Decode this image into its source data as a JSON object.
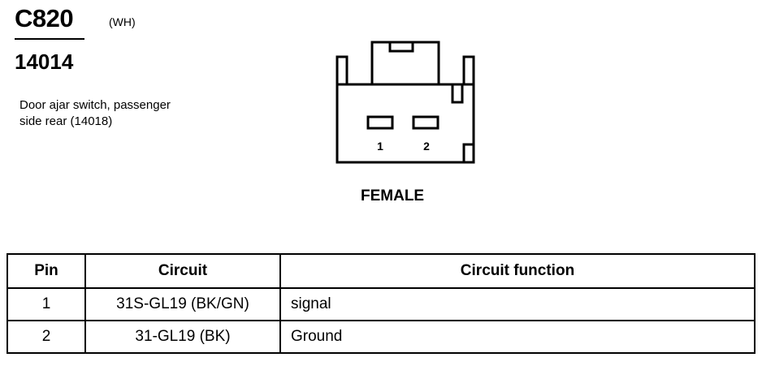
{
  "connector": {
    "id": "C820",
    "color_code": "(WH)",
    "part_number": "14014",
    "description_lines": [
      "Door ajar switch, passenger",
      "side rear (14018)"
    ],
    "gender": "FEMALE",
    "cavity_labels": [
      "1",
      "2"
    ]
  },
  "pin_table": {
    "headers": [
      "Pin",
      "Circuit",
      "Circuit function"
    ],
    "rows": [
      {
        "pin": "1",
        "circuit": "31S-GL19 (BK/GN)",
        "function": "signal"
      },
      {
        "pin": "2",
        "circuit": "31-GL19 (BK)",
        "function": "Ground"
      }
    ]
  }
}
